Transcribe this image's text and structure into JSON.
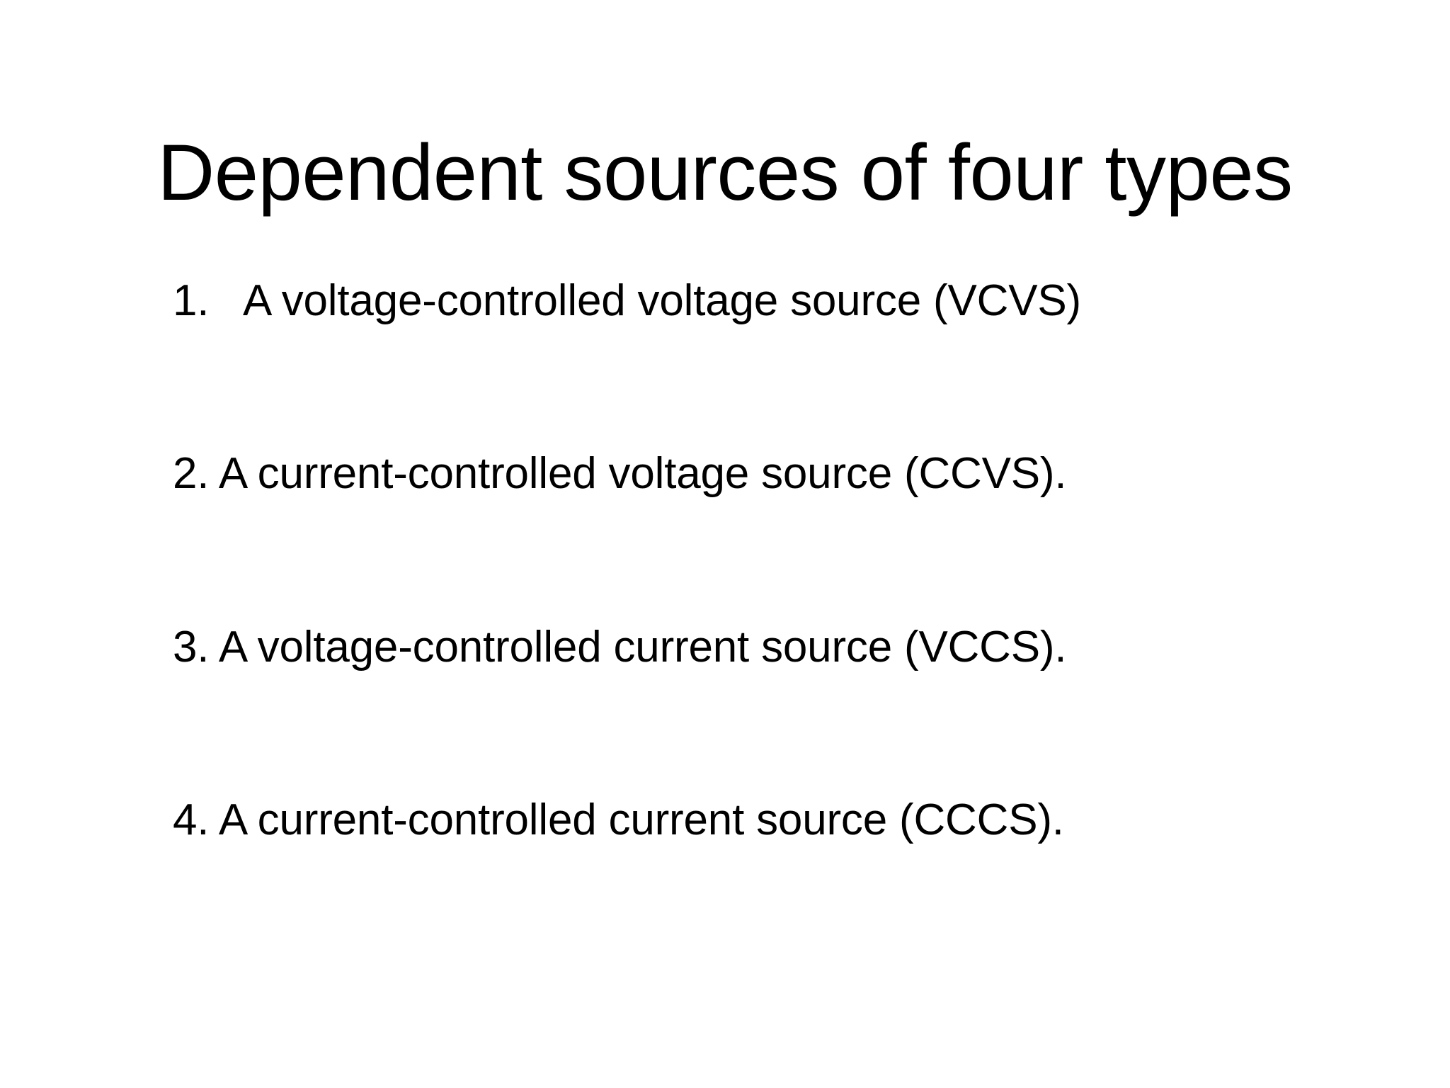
{
  "slide": {
    "background_color": "#ffffff",
    "text_color": "#000000",
    "title": "Dependent sources of four types",
    "body_items": [
      {
        "text": "1.   A voltage-controlled voltage source (VCVS)"
      },
      {
        "text": "2. A current-controlled voltage source (CCVS)."
      },
      {
        "text": "3. A voltage-controlled current source (VCCS)."
      },
      {
        "text": "4. A current-controlled current source (CCCS)."
      }
    ]
  }
}
